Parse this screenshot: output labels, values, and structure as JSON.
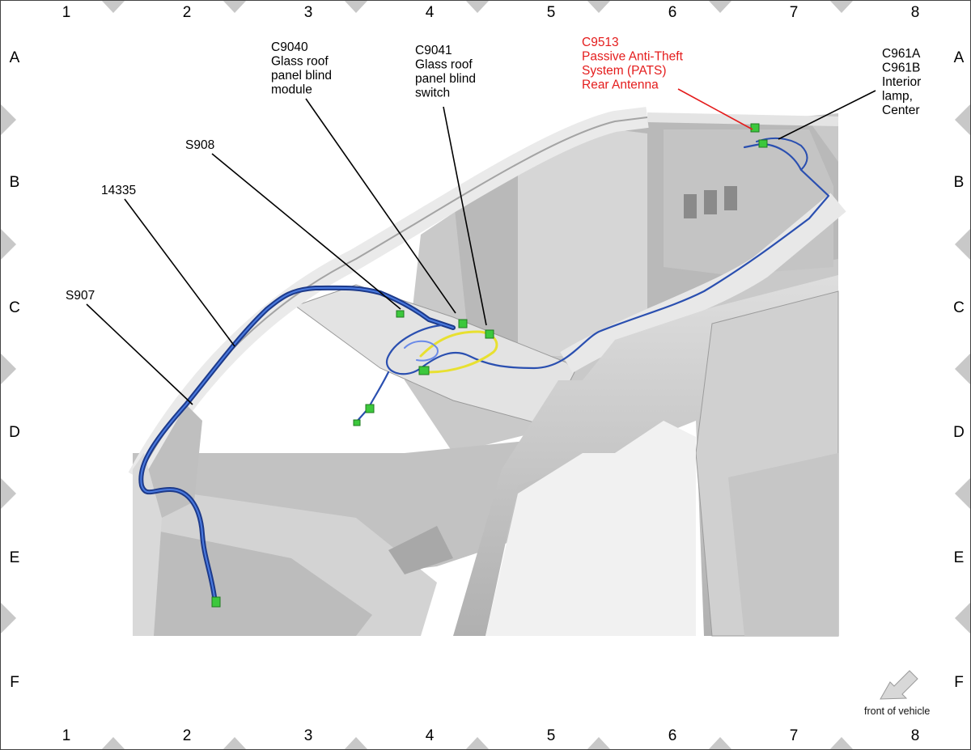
{
  "grid": {
    "columns": [
      "1",
      "2",
      "3",
      "4",
      "5",
      "6",
      "7",
      "8"
    ],
    "rows": [
      "A",
      "B",
      "C",
      "D",
      "E",
      "F"
    ]
  },
  "callouts": [
    {
      "id": "c9040",
      "lines": [
        "C9040",
        "Glass roof",
        "panel blind",
        "module"
      ],
      "highlight": false
    },
    {
      "id": "c9041",
      "lines": [
        "C9041",
        "Glass roof",
        "panel blind",
        "switch"
      ],
      "highlight": false
    },
    {
      "id": "c9513",
      "lines": [
        "C9513",
        "Passive Anti-Theft",
        "System (PATS)",
        "Rear Antenna"
      ],
      "highlight": true
    },
    {
      "id": "c961",
      "lines": [
        "C961A",
        "C961B",
        "Interior",
        "lamp,",
        "Center"
      ],
      "highlight": false
    },
    {
      "id": "s908",
      "lines": [
        "S908"
      ],
      "highlight": false
    },
    {
      "id": "h14335",
      "lines": [
        "14335"
      ],
      "highlight": false
    },
    {
      "id": "s907",
      "lines": [
        "S907"
      ],
      "highlight": false
    }
  ],
  "orientation": {
    "label": "front of vehicle",
    "icon": "direction-arrow-icon"
  },
  "colors": {
    "callout": "#000000",
    "highlight": "#e41c1c",
    "harness": "#2a4fb0",
    "harness_accent": "#e8e030",
    "connector": "#3cc83c",
    "body": "#d4d4d4"
  }
}
